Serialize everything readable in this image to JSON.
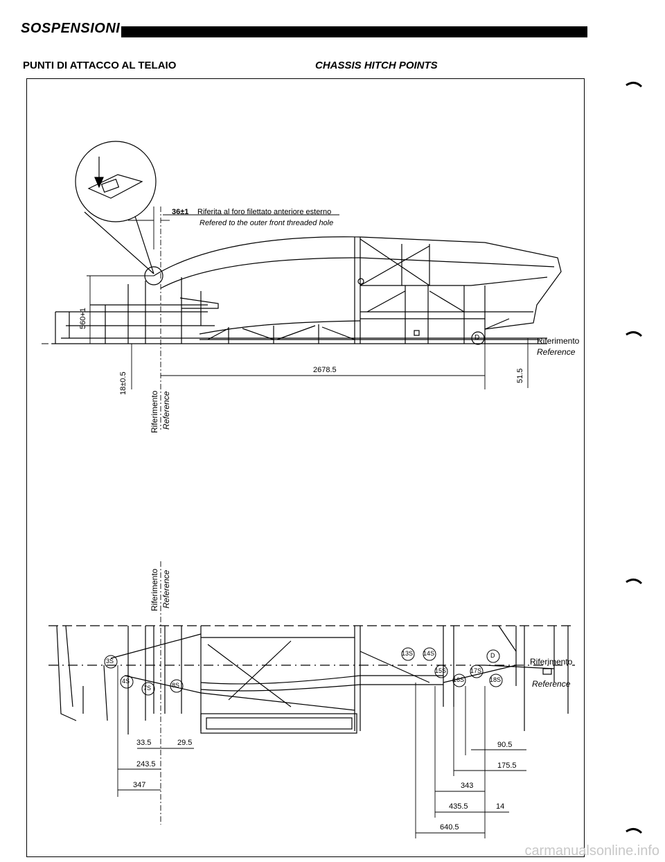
{
  "header": {
    "section_title": "SOSPENSIONI",
    "title_it": "PUNTI DI ATTACCO AL TELAIO",
    "title_en": "CHASSIS HITCH POINTS"
  },
  "side_view": {
    "note_value": "36±1",
    "note_it": "Riferita al foro filettato anteriore esterno",
    "note_en": "Refered to the outer front threaded hole",
    "height_dim": "560+1",
    "front_offset": "18±0.5",
    "length_dim": "2678.5",
    "rear_offset": "51.5",
    "ref_it": "Riferimento",
    "ref_en": "Reference",
    "point_d": "D"
  },
  "plan_view": {
    "ref_it": "Riferimento",
    "ref_en": "Reference",
    "points": [
      "3S",
      "4S",
      "7S",
      "8S",
      "13S",
      "14S",
      "15S",
      "16S",
      "17S",
      "18S",
      "D"
    ],
    "dims": {
      "d33_5": "33.5",
      "d29_5": "29.5",
      "d243_5": "243.5",
      "d347": "347",
      "d90_5": "90.5",
      "d175_5": "175.5",
      "d343": "343",
      "d435_5": "435.5",
      "d14": "14",
      "d640_5": "640.5"
    }
  },
  "watermark": "carmanualsonline.info"
}
